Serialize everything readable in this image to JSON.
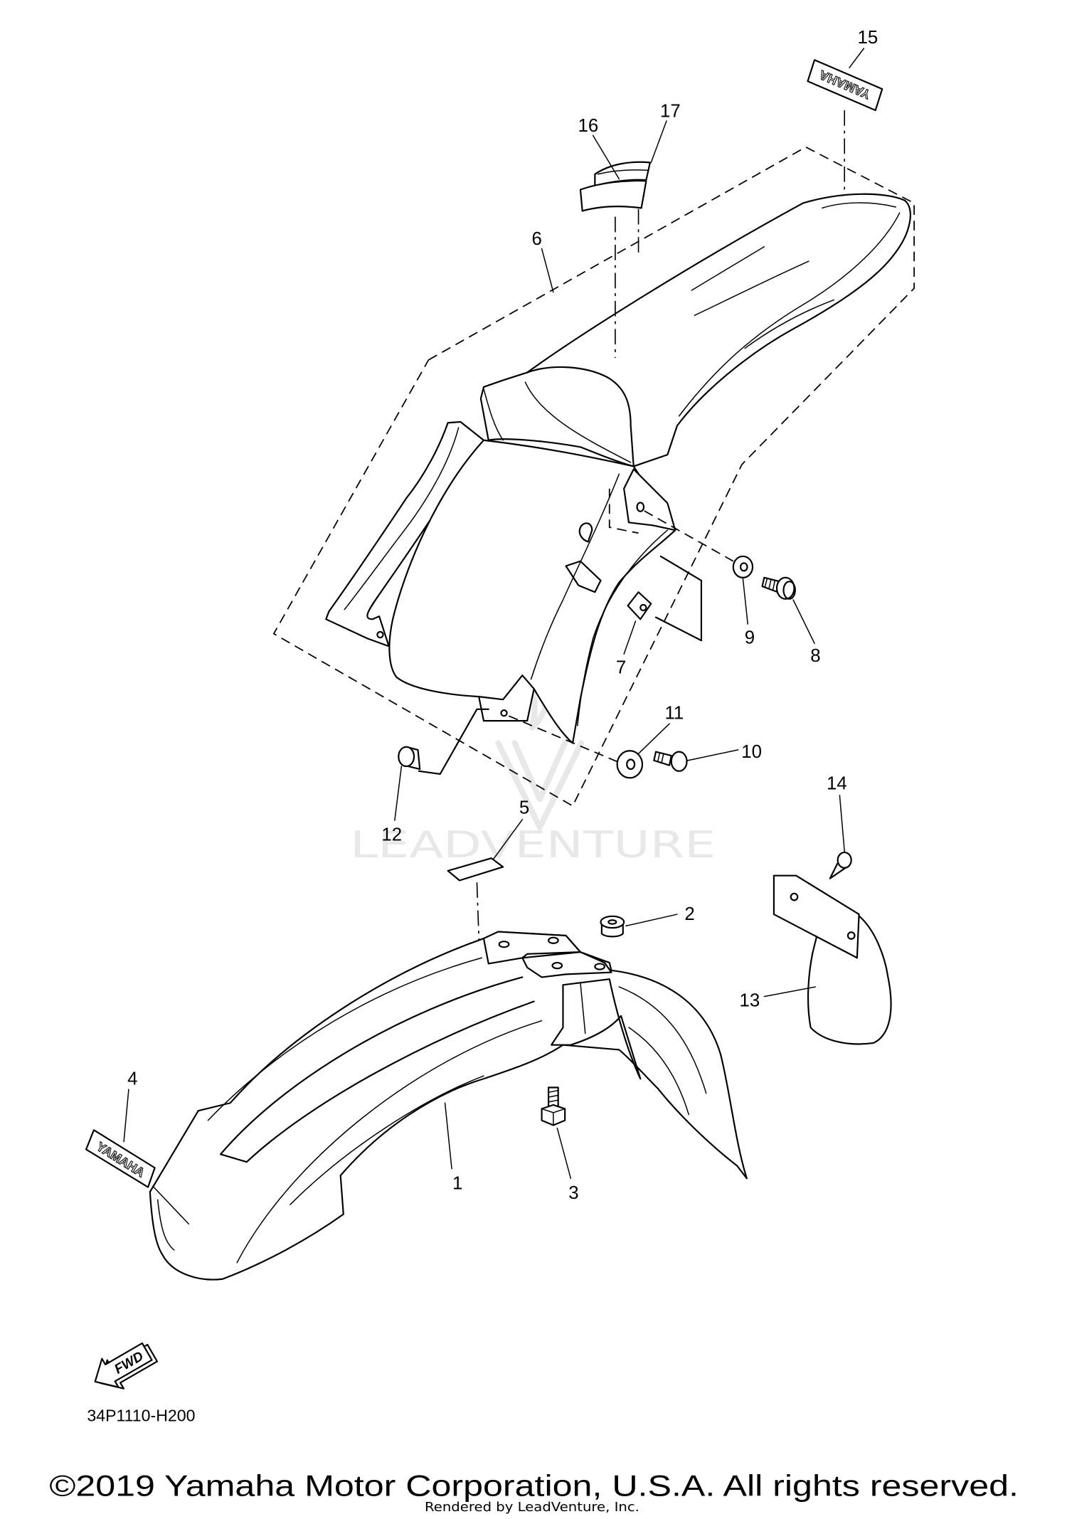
{
  "diagram": {
    "callouts": [
      "1",
      "2",
      "3",
      "4",
      "5",
      "6",
      "7",
      "8",
      "9",
      "10",
      "11",
      "12",
      "13",
      "14",
      "15",
      "16",
      "17"
    ],
    "decal_text": [
      "YAMAHA",
      "YAMAHA"
    ],
    "fwd_label": "FWD",
    "code": "34P1110-H200"
  },
  "watermark": "LEADVENTURE",
  "footer": {
    "copyright": "©2019 Yamaha Motor Corporation, U.S.A. All rights reserved.",
    "rendered_by": "Rendered by LeadVenture, Inc."
  },
  "colors": {
    "line": "#000000",
    "watermark": "#e8e8e8",
    "background": "#ffffff"
  }
}
